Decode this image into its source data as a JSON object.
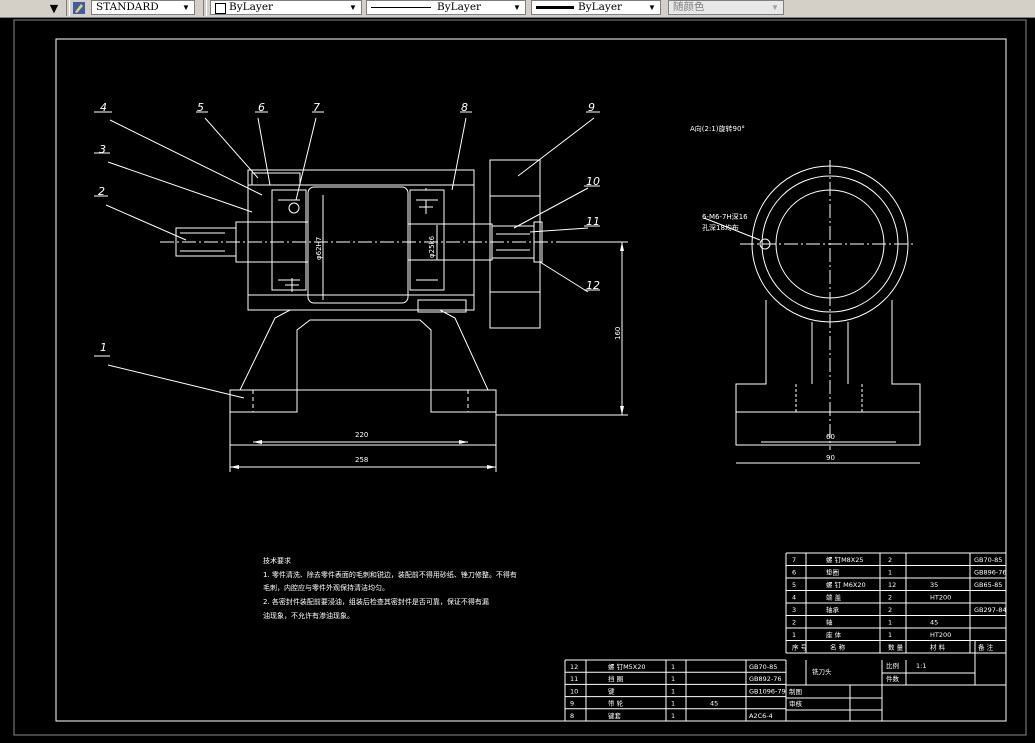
{
  "toolbar": {
    "textstyle_value": "STANDARD",
    "layer_value": "ByLayer",
    "linetype_value": "ByLayer",
    "lineweight_value": "ByLayer",
    "plotstyle_value": "随颜色"
  },
  "drawing": {
    "balloons": [
      "1",
      "2",
      "3",
      "4",
      "5",
      "6",
      "7",
      "8",
      "9",
      "10",
      "11",
      "12"
    ],
    "dims": {
      "d_dia1": "φ62H7",
      "d_dia2": "φ25k6",
      "d_220": "220",
      "d_258": "258",
      "d_160": "160",
      "d_side1": "60",
      "d_side2": "90"
    },
    "side_view_note": "6-M6-7H深16",
    "side_view_note2": "孔深18均布",
    "side_view_caption": "A向(2:1)旋转90°",
    "tech_req": {
      "title": "技术要求",
      "line1": "1. 零件清洗、除去零件表面的毛刺和锐边，装配前不得用砂纸、锉刀修整。不得有",
      "line2": "毛刺，内腔应与零件外观保持清洁均匀。",
      "line3": "2. 各密封件装配前要浸油，组装后检查其密封件是否可靠，保证不得有漏",
      "line4": "油现象，不允许有渗油现象。"
    },
    "bom": [
      {
        "no": "7",
        "name": "螺 钉M8X25",
        "qty": "2",
        "mat": "",
        "std": "GB70-85"
      },
      {
        "no": "6",
        "name": "垫圈",
        "qty": "1",
        "mat": "",
        "std": "GB896-76"
      },
      {
        "no": "5",
        "name": "螺 钉 M6X20",
        "qty": "12",
        "mat": "35",
        "std": "GB65-85"
      },
      {
        "no": "4",
        "name": "端 盖",
        "qty": "2",
        "mat": "HT200",
        "std": ""
      },
      {
        "no": "3",
        "name": "轴承",
        "qty": "2",
        "mat": "",
        "std": "GB297-84"
      },
      {
        "no": "2",
        "name": "轴",
        "qty": "1",
        "mat": "45",
        "std": ""
      },
      {
        "no": "1",
        "name": "座 体",
        "qty": "1",
        "mat": "HT200",
        "std": ""
      }
    ],
    "bom2": [
      {
        "no": "12",
        "name": "螺 钉M5X20",
        "qty": "1",
        "std": "GB70-85"
      },
      {
        "no": "11",
        "name": "挡 圈",
        "qty": "1",
        "std": "GB892-76"
      },
      {
        "no": "10",
        "name": "键",
        "qty": "1",
        "std": "GB1096-79"
      },
      {
        "no": "9",
        "name": "带 轮",
        "qty": "1",
        "mat": "45",
        "std": ""
      },
      {
        "no": "8",
        "name": "键套",
        "qty": "1",
        "std": "A2C6-4"
      }
    ],
    "header_seq": "序 号",
    "header_name": "名 称",
    "header_qty": "数 量",
    "header_mat": "材 料",
    "header_note": "备 注",
    "title_block": {
      "name": "铣刀头",
      "scale_label": "比例",
      "scale_value": "1:1",
      "sheet_label": "件数",
      "drawn": "制图",
      "checked": "审核"
    }
  },
  "colors": {
    "line": "#ffffff",
    "bg": "#000000",
    "toolbar": "#d4d0c8"
  }
}
